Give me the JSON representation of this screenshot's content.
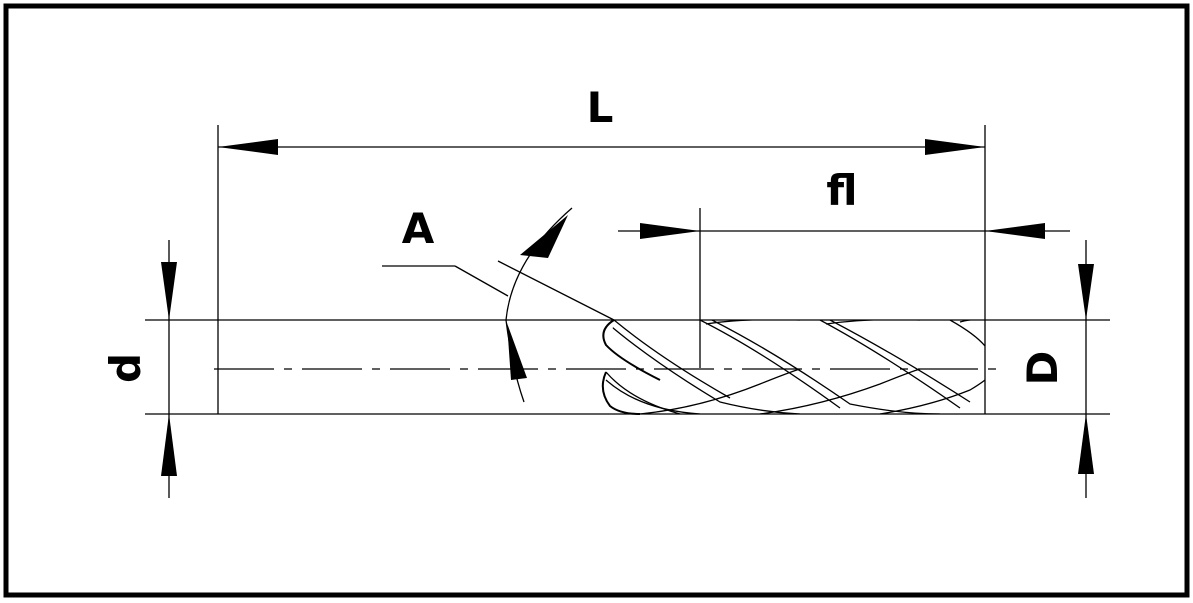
{
  "labels": {
    "overall_length": "L",
    "flute_length": "fl",
    "helix_angle": "A",
    "shank_diameter": "d",
    "cutting_diameter": "D"
  }
}
